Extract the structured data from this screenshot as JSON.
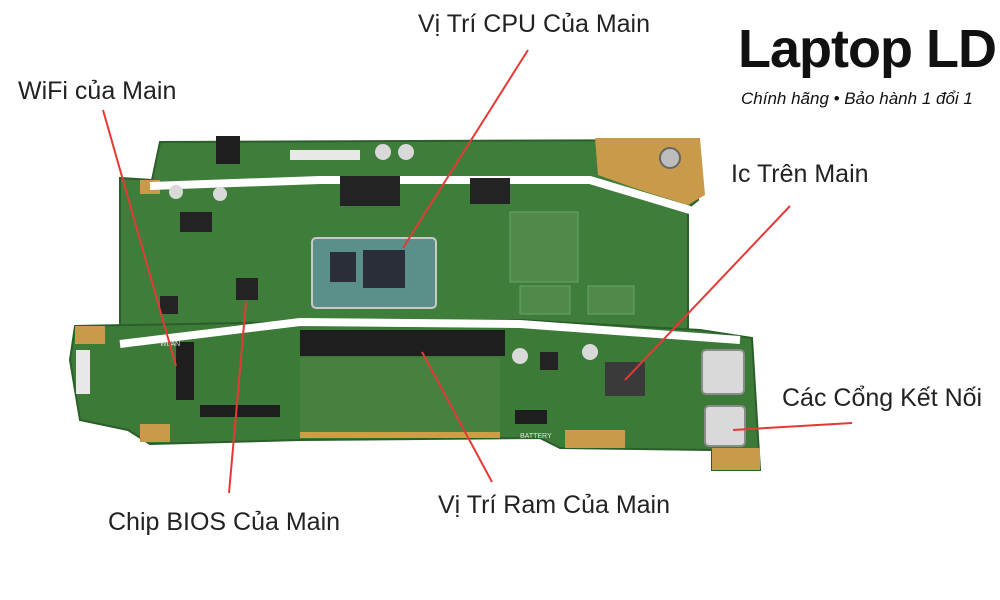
{
  "brand": {
    "name": "Laptop LD",
    "tagline": "Chính hãng • Bảo hành 1 đổi 1"
  },
  "callouts": {
    "cpu": "Vị Trí CPU Của Main",
    "wifi": "WiFi của Main",
    "ic": "Ic Trên Main",
    "ports": "Các Cổng Kết Nối",
    "ram": "Vị Trí Ram Của Main",
    "bios": "Chip BIOS Của Main"
  },
  "board_silkscreen": {
    "battery": "BATTERY",
    "wlan": "WLAN"
  },
  "colors": {
    "pcb_green": "#3f7d3a",
    "pcb_dark": "#2f6a2f",
    "gold_pad": "#c99a4a",
    "cpu_die": "#2a2e36",
    "leader_line": "#e53935"
  }
}
